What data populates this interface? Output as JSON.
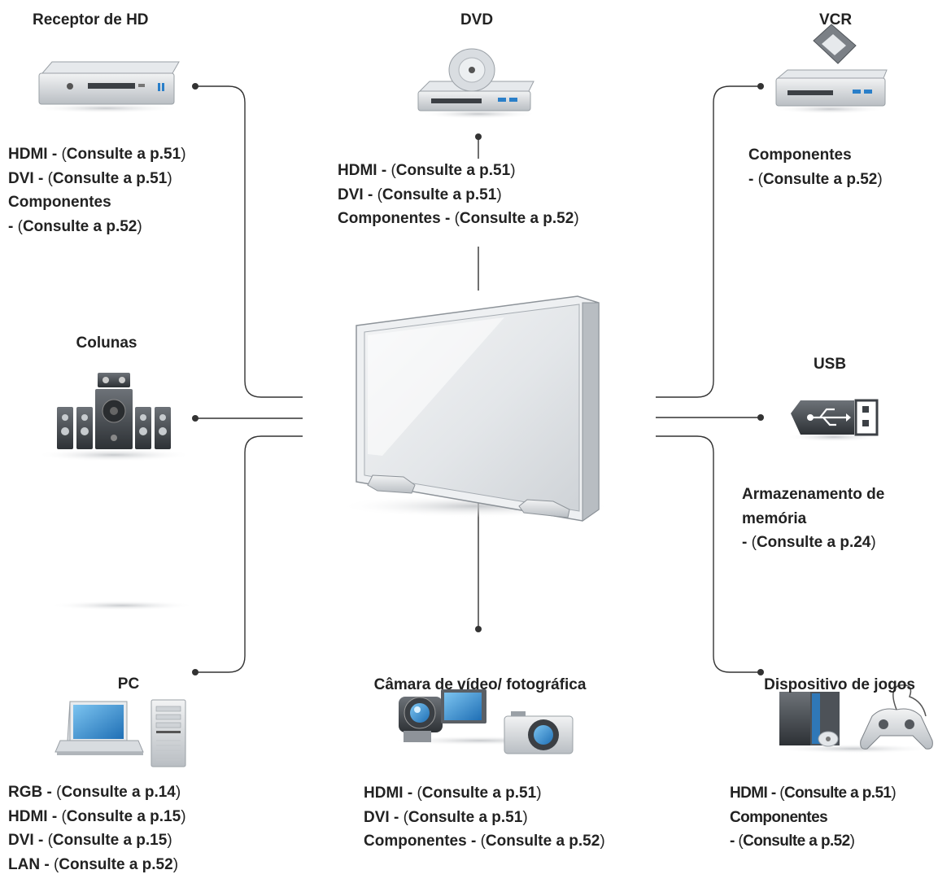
{
  "devices": {
    "hd_receiver": {
      "title": "Receptor de HD",
      "lines": [
        {
          "a": "HDMI - ",
          "b": "Consulte a p.51"
        },
        {
          "a": "DVI - ",
          "b": "Consulte a p.51"
        },
        {
          "a": "Componentes",
          "b": ""
        },
        {
          "a": "- ",
          "b": "Consulte a p.52"
        }
      ]
    },
    "dvd": {
      "title": "DVD",
      "lines": [
        {
          "a": "HDMI - ",
          "b": "Consulte a p.51"
        },
        {
          "a": "DVI - ",
          "b": "Consulte a p.51"
        },
        {
          "a": "Componentes - ",
          "b": "Consulte a p.52"
        }
      ]
    },
    "vcr": {
      "title": "VCR",
      "lines": [
        {
          "a": "Componentes",
          "b": ""
        },
        {
          "a": "- ",
          "b": "Consulte a p.52"
        }
      ]
    },
    "speakers": {
      "title": "Colunas"
    },
    "usb": {
      "title": "USB",
      "lines": [
        {
          "a": "Armazenamento de",
          "b": ""
        },
        {
          "a": "memória",
          "b": ""
        },
        {
          "a": "- ",
          "b": "Consulte a p.24"
        }
      ]
    },
    "pc": {
      "title": "PC",
      "lines": [
        {
          "a": "RGB - ",
          "b": "Consulte a p.14"
        },
        {
          "a": "HDMI - ",
          "b": "Consulte a p.15"
        },
        {
          "a": "DVI - ",
          "b": "Consulte a p.15"
        },
        {
          "a": "LAN - ",
          "b": "Consulte a p.52"
        }
      ]
    },
    "camera": {
      "title": "Câmara de vídeo/ fotográfica",
      "lines": [
        {
          "a": "HDMI - ",
          "b": "Consulte a p.51"
        },
        {
          "a": "DVI - ",
          "b": "Consulte a p.51"
        },
        {
          "a": "Componentes - ",
          "b": "Consulte a p.52"
        }
      ]
    },
    "game": {
      "title": "Dispositivo de jogos",
      "lines": [
        {
          "a": "HDMI - ",
          "b": "Consulte a p.51"
        },
        {
          "a": "Componentes",
          "b": ""
        },
        {
          "a": "- ",
          "b": "Consulte a p.52"
        }
      ]
    }
  },
  "colors": {
    "line": "#333333",
    "screen": "#d8dce0",
    "device": "#c9ced3",
    "accent_blue": "#2a7fc9"
  }
}
